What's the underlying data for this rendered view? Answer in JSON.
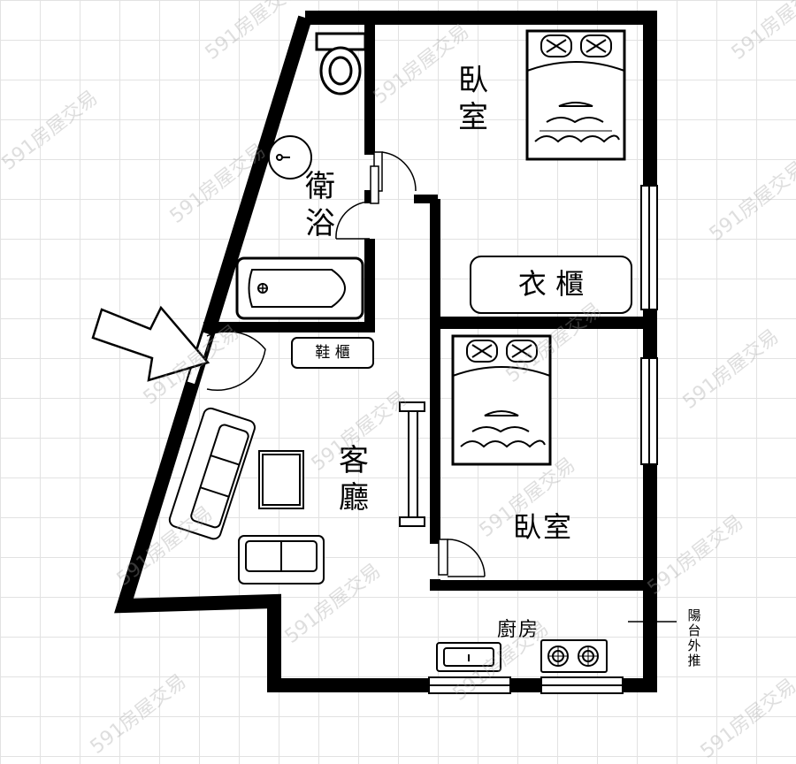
{
  "rooms": {
    "bedroom_main": "臥室",
    "bathroom": "衛浴",
    "living_room": "客廳",
    "bedroom_second": "臥室",
    "kitchen": "廚房"
  },
  "fixtures": {
    "wardrobe": "衣 櫃",
    "shoe_cabinet": "鞋 櫃"
  },
  "notes": {
    "balcony": "陽台外推"
  },
  "watermark": "591房屋交易",
  "colors": {
    "wall": "#000000",
    "grid": "#e2e2e2",
    "background": "#ffffff"
  }
}
